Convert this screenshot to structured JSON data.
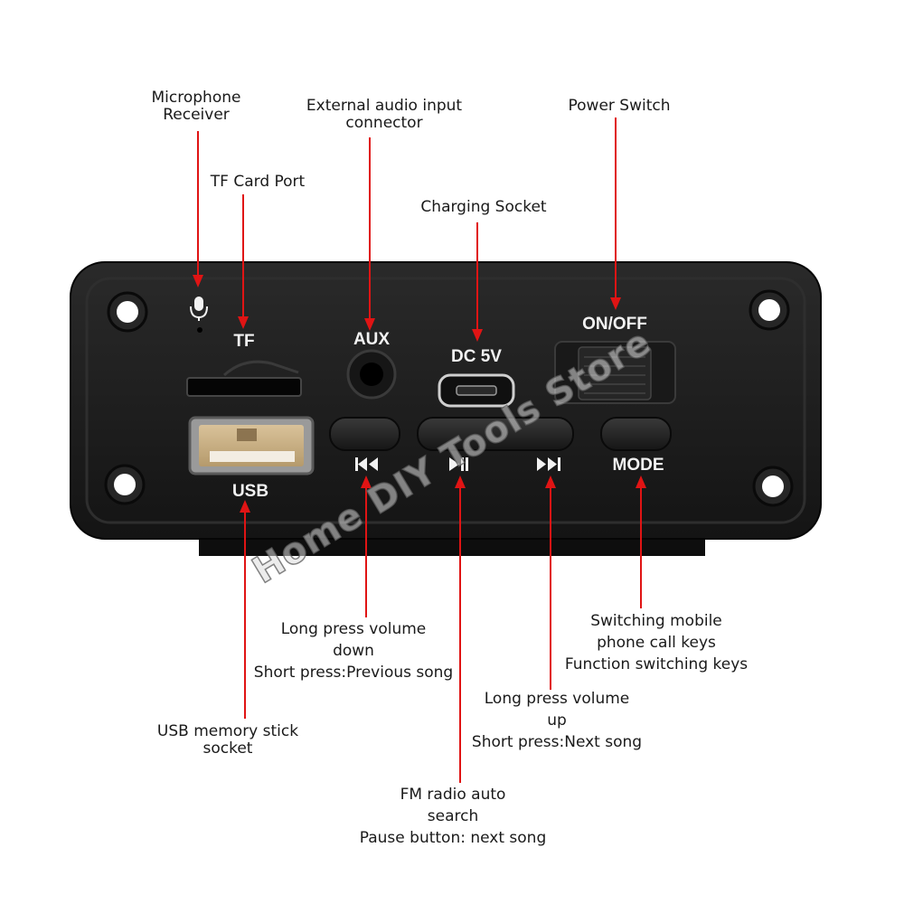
{
  "callouts": {
    "microphone": [
      "Microphone",
      "Receiver"
    ],
    "aux_input": [
      "External audio input",
      "connector"
    ],
    "power_switch": [
      "Power Switch"
    ],
    "tf_port": [
      "TF Card Port"
    ],
    "charging": [
      "Charging Socket"
    ],
    "usb_socket": [
      "USB memory stick",
      "socket"
    ],
    "prev": [
      "Long press volume",
      "down",
      "Short press:Previous song"
    ],
    "play": [
      "FM radio auto",
      "search",
      "Pause button: next song"
    ],
    "next": [
      "Long press volume",
      "up",
      "Short press:Next song"
    ],
    "mode": [
      "Switching mobile",
      "phone call keys",
      "Function switching keys"
    ]
  },
  "panel_labels": {
    "tf": "TF",
    "aux": "AUX",
    "dc": "DC 5V",
    "on_off": "ON/OFF",
    "usb": "USB",
    "mode": "MODE"
  },
  "watermark": "Home DIY Tools Store",
  "colors": {
    "leader": "#e01414",
    "panel": "#1c1c1c",
    "panel_text": "#f2f2f2",
    "text": "#1a1a1a"
  },
  "icons": [
    "microphone-icon",
    "previous-track-icon",
    "play-pause-icon",
    "next-track-icon"
  ]
}
